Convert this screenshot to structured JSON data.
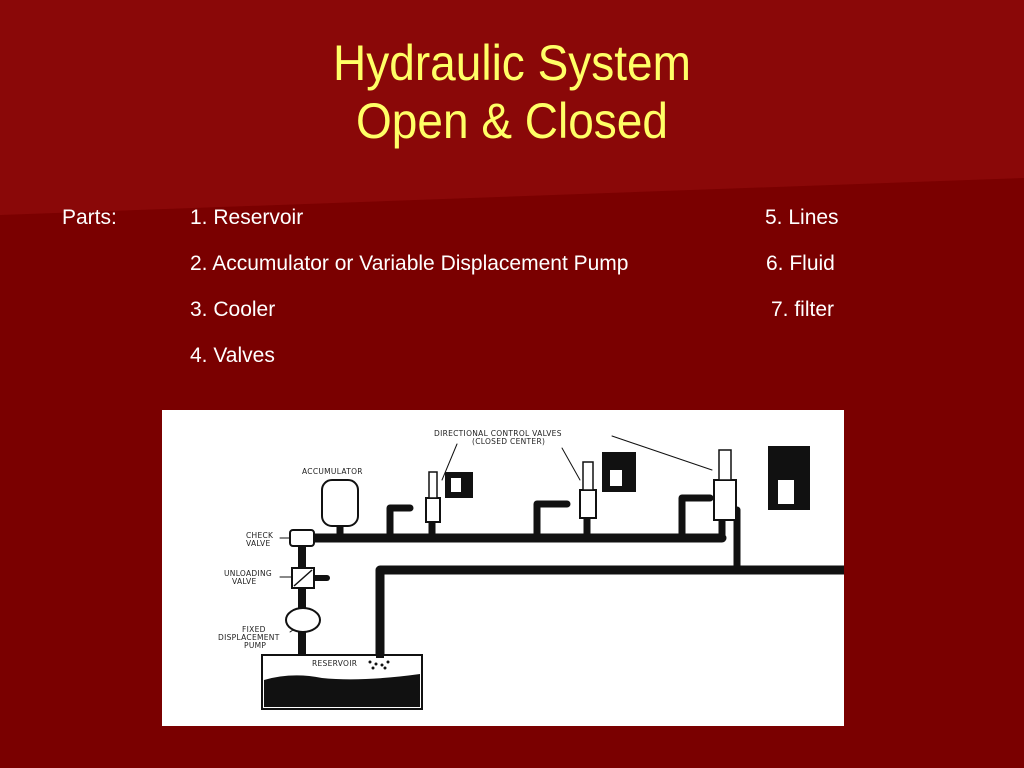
{
  "slide": {
    "title_line1": "Hydraulic System",
    "title_line2": "Open & Closed",
    "parts_label": "Parts:",
    "parts": [
      "1.  Reservoir",
      "2.  Accumulator or Variable Displacement Pump",
      "3.  Cooler",
      "4.  Valves",
      "5.  Lines",
      "6.  Fluid",
      "7.  filter"
    ]
  },
  "diagram": {
    "labels": {
      "directional_control_valves": "DIRECTIONAL CONTROL VALVES",
      "closed_center": "(CLOSED CENTER)",
      "accumulator": "ACCUMULATOR",
      "check_valve_1": "CHECK",
      "check_valve_2": "VALVE",
      "unloading_valve_1": "UNLOADING",
      "unloading_valve_2": "VALVE",
      "fixed_pump_1": "FIXED",
      "fixed_pump_2": "DISPLACEMENT",
      "fixed_pump_3": "PUMP",
      "reservoir": "RESERVOIR"
    }
  },
  "colors": {
    "background": "#7a0000",
    "title": "#ffff66",
    "text": "#ffffff"
  }
}
